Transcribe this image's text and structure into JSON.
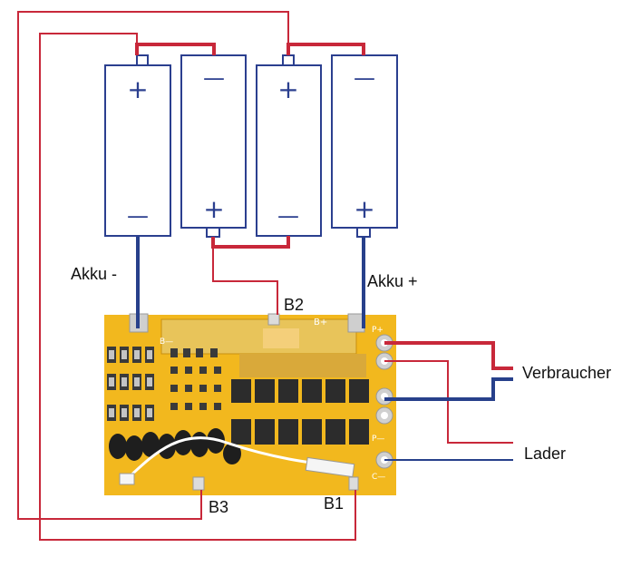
{
  "labels": {
    "akku_minus": "Akku -",
    "akku_plus": "Akku +",
    "b1": "B1",
    "b2": "B2",
    "b3": "B3",
    "verbraucher": "Verbraucher",
    "lader": "Lader"
  },
  "board": {
    "silk_b_minus": "B—",
    "silk_b_plus": "B+",
    "silk_p_plus": "P+",
    "silk_p_minus": "P—",
    "silk_c_minus": "C—"
  },
  "cells": [
    {
      "top": "+",
      "bottom": "—"
    },
    {
      "top": "—",
      "bottom": "+"
    },
    {
      "top": "+",
      "bottom": "—"
    },
    {
      "top": "—",
      "bottom": "+"
    }
  ],
  "colors": {
    "wire_red": "#c8283a",
    "wire_blue": "#27408b",
    "cell_outline": "#2b3f8f",
    "pcb": "#f2b81e"
  }
}
